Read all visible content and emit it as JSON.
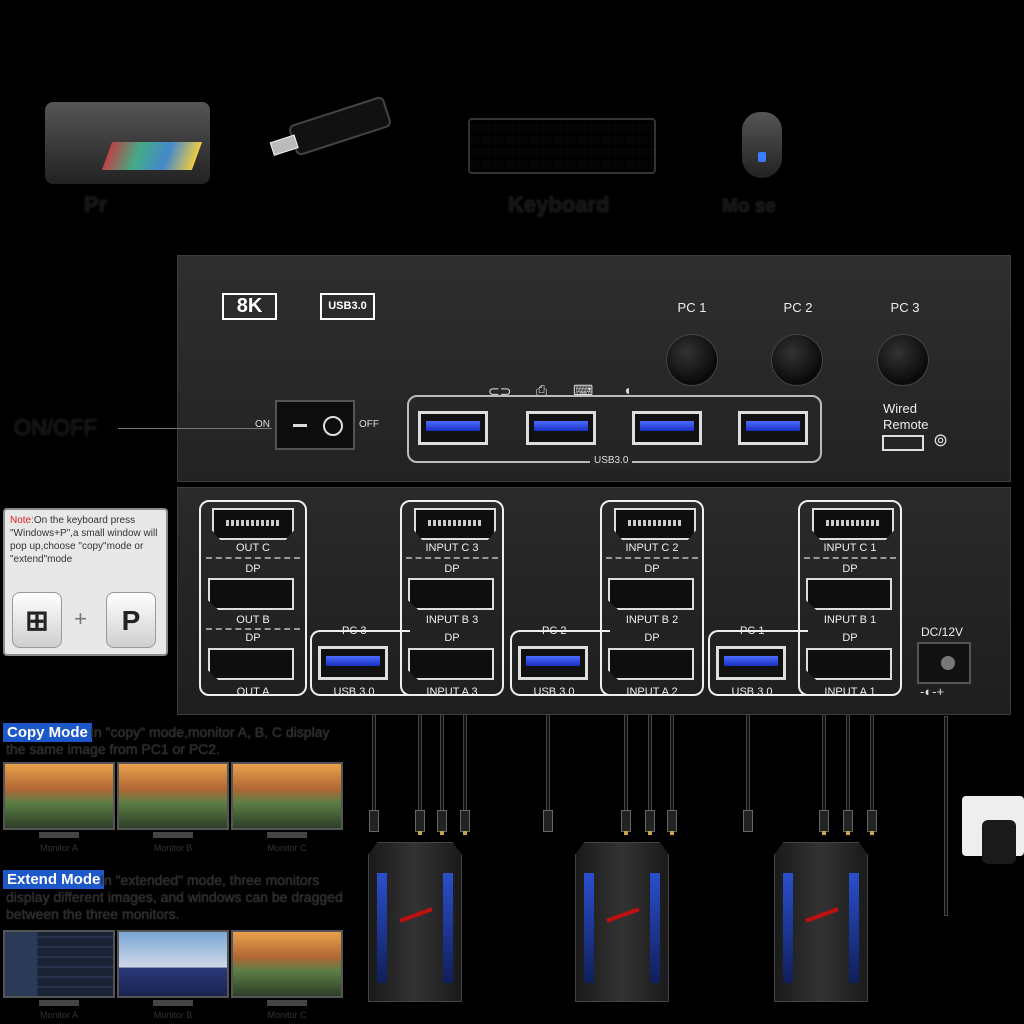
{
  "peripherals": {
    "printer_label": "Pr",
    "keyboard_label": "Keyboard",
    "mouse_label": "Mo    se"
  },
  "top_panel": {
    "badge_8k": "8K",
    "badge_usb": "USB3.0",
    "pc_buttons": [
      "PC 1",
      "PC 2",
      "PC 3"
    ],
    "switch_on": "ON",
    "switch_off": "OFF",
    "onoff_callout": "ON/OFF",
    "usb_hub_label": "USB3.0",
    "wired_remote": "Wired",
    "wired_remote_2": "Remote"
  },
  "bottom_panel": {
    "out_group": {
      "hdmi": "OUT C",
      "dp_b": "DP",
      "out_b": "OUT B",
      "dp_a": "DP",
      "out_a": "OUT A"
    },
    "pc_groups": [
      {
        "pc": "PC 3",
        "usb": "USB 3.0",
        "hdmi": "INPUT C 3",
        "dp1": "DP",
        "in_b": "INPUT B 3",
        "dp2": "DP",
        "in_a": "INPUT A 3"
      },
      {
        "pc": "PC 2",
        "usb": "USB 3.0",
        "hdmi": "INPUT C 2",
        "dp1": "DP",
        "in_b": "INPUT B 2",
        "dp2": "DP",
        "in_a": "INPUT A 2"
      },
      {
        "pc": "PC 1",
        "usb": "USB 3.0",
        "hdmi": "INPUT C 1",
        "dp1": "DP",
        "in_b": "INPUT B 1",
        "dp2": "DP",
        "in_a": "INPUT A 1"
      }
    ],
    "dc_label": "DC/12V"
  },
  "note": {
    "prefix": "Note:",
    "text": "On the keyboard press \"Windows+P\",a small window will pop up,choose \"copy\"mode or \"extend\"mode",
    "key_p": "P"
  },
  "copy_mode": {
    "tag": "Copy Mode",
    "text": "In \"copy\" mode,monitor A, B, C display the same image from PC1 or PC2.",
    "monitors": [
      "Monitor A",
      "Monitor B",
      "Monitor C"
    ]
  },
  "extend_mode": {
    "tag": "Extend Mode",
    "text": "In \"extended\" mode, three monitors display different images, and windows can be dragged between the three monitors.",
    "monitors": [
      "Monitor A",
      "Monitor B",
      "Monitor C"
    ]
  },
  "icons": [
    "printer-icon",
    "usb-stick-icon",
    "keyboard-icon",
    "mouse-icon",
    "windows-key-icon",
    "power-plug-icon"
  ]
}
